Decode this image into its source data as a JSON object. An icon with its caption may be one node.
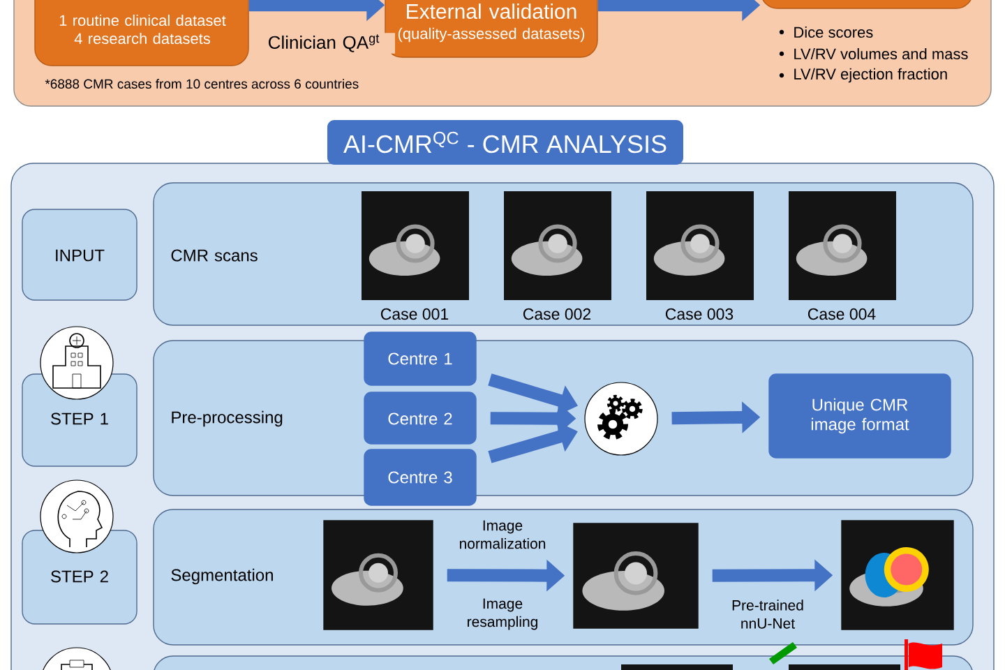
{
  "diagram": {
    "title": "AI-CMR$^{QC}$ - CMR ANALYSIS",
    "nodes": [
      {
        "text": [],
        "shape": "box"
      },
      {
        "text": [
          "1 routine clinical dataset 4 research datasets"
        ],
        "in": 0
      },
      {
        "text": [
          "External validation",
          "(quality-assessed datasets)"
        ],
        "in": 0
      },
      {
        "text": [],
        "shape": "box",
        "in": 0
      },
      {
        "text": [],
        "shape": "box"
      },
      {
        "text": [
          "INPUT"
        ],
        "in": 4
      },
      {
        "text": [
          "CMR scans"
        ],
        "in": 4
      },
      {
        "text": [
          "STEP 1"
        ],
        "in": 4
      },
      {
        "text": [
          "Pre-processing"
        ],
        "in": 4
      },
      {
        "text": [
          "Centre 1"
        ],
        "in": 4
      },
      {
        "text": [
          "Centre 2"
        ],
        "in": 8
      },
      {
        "text": [
          "Centre 3"
        ],
        "in": 4
      },
      {
        "text": [],
        "shape": "circle",
        "in": 8
      },
      {
        "text": [
          "Unique CMR image format"
        ],
        "in": 8
      },
      {
        "text": [
          "STEP 2"
        ],
        "in": 4
      },
      {
        "text": [
          "Segmentation"
        ],
        "in": 4
      },
      {
        "text": [],
        "shape": "picture",
        "in": 15
      },
      {
        "text": [],
        "shape": "picture",
        "in": 15
      },
      {
        "text": [],
        "shape": "picture",
        "in": 15
      },
      {
        "text": [],
        "shape": "box",
        "in": 4
      }
    ],
    "edges": [
      {
        "from": 1,
        "to": 2,
        "arrow": "to",
        "label": "Clinician QA$^{gt}$"
      },
      {
        "from": 2,
        "to": 3,
        "arrow": "to"
      },
      {
        "from": 9,
        "to": 12,
        "arrow": "to"
      },
      {
        "from": 10,
        "to": 12,
        "arrow": "to"
      },
      {
        "from": 11,
        "to": 12,
        "arrow": "to"
      },
      {
        "from": 12,
        "to": 13,
        "arrow": "to"
      },
      {
        "from": 16,
        "to": 17,
        "arrow": "to",
        "label": "Image normalization"
      },
      {
        "from": 17,
        "to": 18,
        "arrow": "to",
        "label": "Pre-trained nnU-Net"
      }
    ],
    "labels": [
      "Dice scores",
      "LV/RV volumes and mass",
      "LV/RV ejection fraction",
      "*6888 CMR cases from 10 centres across 6 countries",
      "Case 001",
      "Case 002",
      "Case 003",
      "Case 004",
      "Image resampling"
    ]
  }
}
